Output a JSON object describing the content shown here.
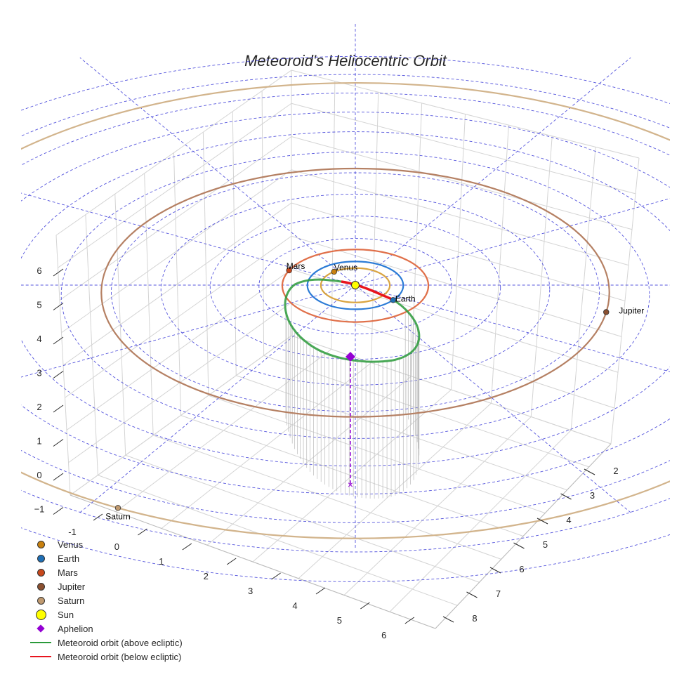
{
  "chart_data": {
    "type": "scatter",
    "projection": "3d",
    "title": "Meteoroid's Heliocentric Orbit",
    "xlabel": "",
    "ylabel": "",
    "zlabel": "",
    "x_ticks": [
      "-1",
      "0",
      "1",
      "2",
      "3",
      "4",
      "5",
      "6"
    ],
    "y_ticks": [
      "2",
      "3",
      "4",
      "5",
      "6",
      "7",
      "8"
    ],
    "z_ticks": [
      "6",
      "5",
      "4",
      "3",
      "2",
      "1",
      "0",
      "−1"
    ],
    "grid": true,
    "ecliptic_rings_au": [
      1,
      2,
      3,
      4,
      5,
      6,
      7,
      8,
      9,
      10,
      11
    ],
    "planets": [
      {
        "name": "Venus",
        "orbit_au": 0.72,
        "longitude_deg": 128,
        "color": "#c8800f",
        "orbit_color": "#d9a441"
      },
      {
        "name": "Earth",
        "orbit_au": 1.0,
        "longitude_deg": -38,
        "color": "#1f6fb5",
        "orbit_color": "#2b7bd6"
      },
      {
        "name": "Mars",
        "orbit_au": 1.52,
        "longitude_deg": 155,
        "color": "#c8481c",
        "orbit_color": "#e0704a"
      },
      {
        "name": "Jupiter",
        "orbit_au": 5.2,
        "longitude_deg": -9,
        "color": "#8b5030",
        "orbit_color": "#b58063"
      },
      {
        "name": "Saturn",
        "orbit_au": 9.54,
        "longitude_deg": -120,
        "color": "#c09a70",
        "orbit_color": "#d2b48c"
      }
    ],
    "sun": {
      "name": "Sun",
      "color": "#ffff00"
    },
    "aphelion": {
      "name": "Aphelion",
      "color": "#9400d3"
    },
    "meteoroid": {
      "above_label": "Meteoroid orbit (above ecliptic)",
      "above_color": "#2a9a3a",
      "below_label": "Meteoroid orbit (below ecliptic)",
      "below_color": "#e8141e"
    },
    "legend_position": "bottom-left"
  },
  "legend": [
    {
      "label": "Venus",
      "kind": "dot",
      "color": "#c8800f"
    },
    {
      "label": "Earth",
      "kind": "dot",
      "color": "#1f6fb5"
    },
    {
      "label": "Mars",
      "kind": "dot",
      "color": "#c8481c"
    },
    {
      "label": "Jupiter",
      "kind": "dot",
      "color": "#8b5030"
    },
    {
      "label": "Saturn",
      "kind": "dot",
      "color": "#c09a70"
    },
    {
      "label": "Sun",
      "kind": "sun",
      "color": "#ffff00"
    },
    {
      "label": "Aphelion",
      "kind": "diamond",
      "color": "#9400d3"
    },
    {
      "label": "Meteoroid orbit (above ecliptic)",
      "kind": "line",
      "color": "#2a9a3a"
    },
    {
      "label": "Meteoroid orbit (below ecliptic)",
      "kind": "line",
      "color": "#e8141e"
    }
  ]
}
